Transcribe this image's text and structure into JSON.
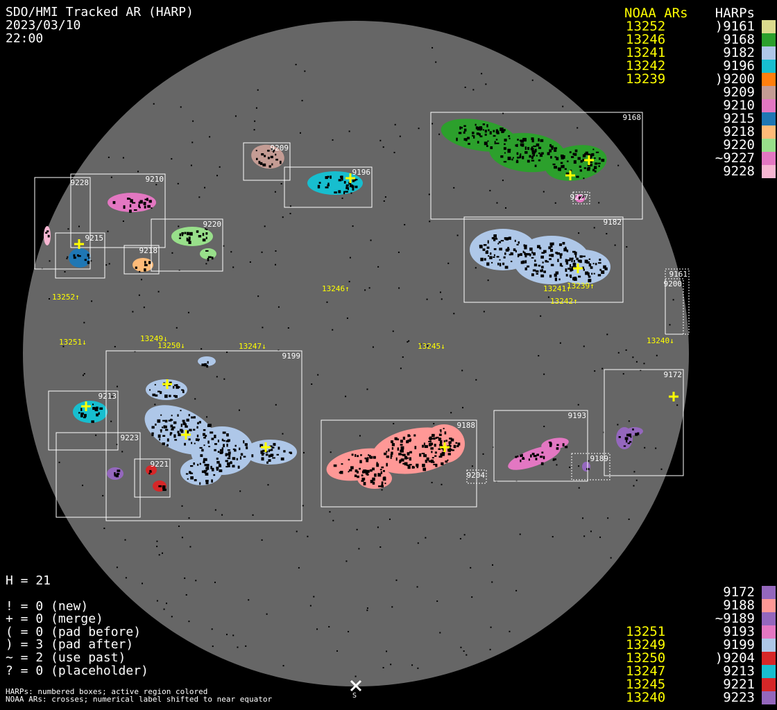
{
  "header": {
    "title": "SDO/HMI Tracked AR (HARP)",
    "date": "2023/03/10",
    "time": "22:00"
  },
  "legend": {
    "noaa_header": "NOAA ARs",
    "harp_header": "HARPs",
    "top_rows": [
      {
        "noaa": "13252",
        "harp": ")9161",
        "color": "#dbdb8d"
      },
      {
        "noaa": "13246",
        "harp": "9168",
        "color": "#2ca02c"
      },
      {
        "noaa": "13241",
        "harp": "9182",
        "color": "#aec7e8"
      },
      {
        "noaa": "13242",
        "harp": "9196",
        "color": "#17becf"
      },
      {
        "noaa": "13239",
        "harp": ")9200",
        "color": "#ff7f0e"
      },
      {
        "noaa": "",
        "harp": "9209",
        "color": "#c49c94"
      },
      {
        "noaa": "",
        "harp": "9210",
        "color": "#e377c2"
      },
      {
        "noaa": "",
        "harp": "9215",
        "color": "#1f77b4"
      },
      {
        "noaa": "",
        "harp": "9218",
        "color": "#ffbb78"
      },
      {
        "noaa": "",
        "harp": "9220",
        "color": "#98df8a"
      },
      {
        "noaa": "",
        "harp": "~9227",
        "color": "#e377c2"
      },
      {
        "noaa": "",
        "harp": "9228",
        "color": "#f7b6d2"
      }
    ],
    "bottom_rows": [
      {
        "noaa": "",
        "harp": "9172",
        "color": "#9467bd"
      },
      {
        "noaa": "",
        "harp": "9188",
        "color": "#ff9896"
      },
      {
        "noaa": "",
        "harp": "~9189",
        "color": "#9467bd"
      },
      {
        "noaa": "13251",
        "harp": "9193",
        "color": "#e377c2"
      },
      {
        "noaa": "13249",
        "harp": "9199",
        "color": "#aec7e8"
      },
      {
        "noaa": "13250",
        "harp": ")9204",
        "color": "#d62728"
      },
      {
        "noaa": "13247",
        "harp": "9213",
        "color": "#17becf"
      },
      {
        "noaa": "13245",
        "harp": "9221",
        "color": "#d62728"
      },
      {
        "noaa": "13240",
        "harp": "9223",
        "color": "#9467bd"
      }
    ]
  },
  "stats": {
    "h": "H = 21",
    "lines": [
      "! = 0 (new)",
      "+ = 0 (merge)",
      "( = 0 (pad before)",
      ") = 3 (pad after)",
      "~ = 2 (use past)",
      "? = 0 (placeholder)"
    ]
  },
  "footer": [
    "HARPs: numbered boxes; active region colored",
    "NOAA ARs: crosses; numerical label shifted to near equator"
  ],
  "south_label": "S",
  "disk": {
    "harp_boxes": [
      "9168",
      "9209",
      "9196",
      "9228",
      "9210",
      "9220",
      "9215",
      "9218",
      "9227",
      "9182",
      "9161",
      "9200",
      "9199",
      "9213",
      "9223",
      "9221",
      "9188",
      "9204",
      "9193",
      "9189",
      "9172"
    ],
    "noaa_labels": [
      "13252↑",
      "13246↑",
      "13241↑",
      "13239↑",
      "13242↑",
      "13251↓",
      "13249↓",
      "13250↓",
      "13247↓",
      "13245↓",
      "13240↓"
    ]
  },
  "colors": {
    "disk": "#666666",
    "noaa": "#ffff00",
    "box": "#ffffff"
  }
}
